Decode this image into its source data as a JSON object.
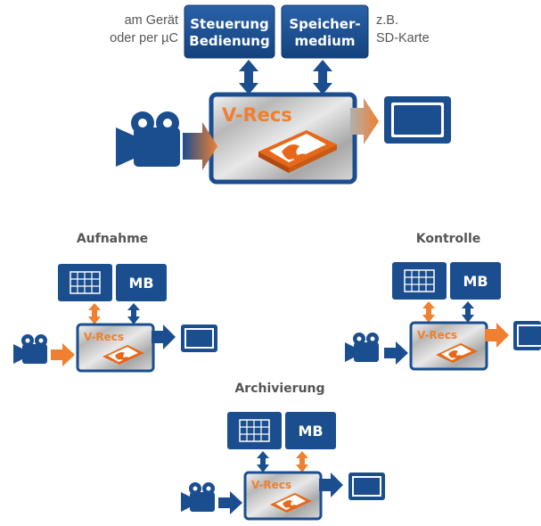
{
  "colors": {
    "box_blue": "#1b4e8f",
    "arrow_blue": "#2a5fa8",
    "accent_orange": "#f08030",
    "title_gray": "#555555"
  },
  "top": {
    "left_note": [
      "am Gerät",
      "oder per µC"
    ],
    "right_note": [
      "z.B.",
      "SD-Karte"
    ],
    "control_box": [
      "Steuerung",
      "Bedienung"
    ],
    "storage_box": [
      "Speicher-",
      "medium"
    ],
    "device_label": "V-Recs"
  },
  "modes": {
    "aufnahme": {
      "title": "Aufnahme",
      "mb_label": "MB",
      "device_label": "V-Recs"
    },
    "kontrolle": {
      "title": "Kontrolle",
      "mb_label": "MB",
      "device_label": "V-Recs"
    },
    "archivierung": {
      "title": "Archivierung",
      "mb_label": "MB",
      "device_label": "V-Recs"
    }
  },
  "icons": [
    "camera-icon",
    "monitor-icon",
    "keypad-icon",
    "chip-icon"
  ]
}
